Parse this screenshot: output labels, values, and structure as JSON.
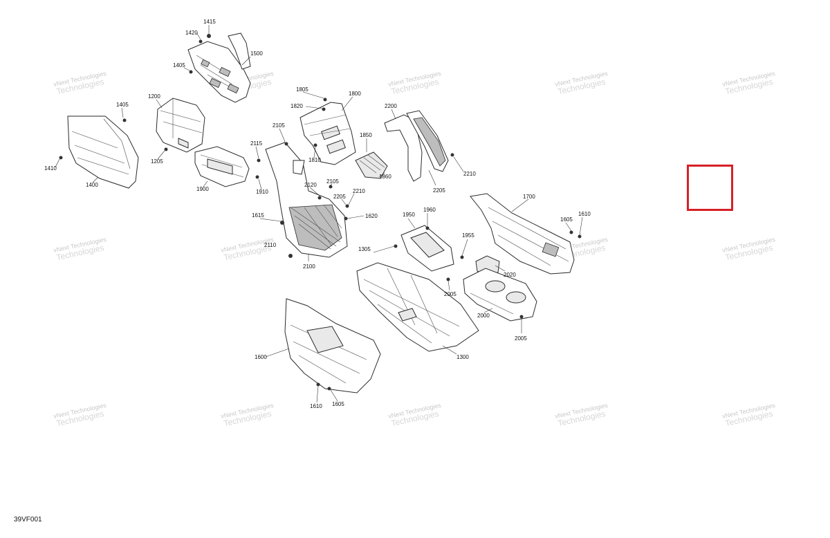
{
  "drawing_code": "39VF001",
  "watermark": {
    "line1": "vNext Technologies",
    "line2": "Technologies"
  },
  "colors": {
    "highlight": "#d81f26",
    "line": "#2a2a2a"
  },
  "callouts": [
    {
      "id": "c1415a",
      "label": "1415"
    },
    {
      "id": "c1420",
      "label": "1420"
    },
    {
      "id": "c1500",
      "label": "1500"
    },
    {
      "id": "c1405a",
      "label": "1405"
    },
    {
      "id": "c1405b",
      "label": "1405"
    },
    {
      "id": "c1200",
      "label": "1200"
    },
    {
      "id": "c1410",
      "label": "1410"
    },
    {
      "id": "c1400",
      "label": "1400"
    },
    {
      "id": "c1205",
      "label": "1205"
    },
    {
      "id": "c1900",
      "label": "1900"
    },
    {
      "id": "c1910",
      "label": "1910"
    },
    {
      "id": "c2105a",
      "label": "2105"
    },
    {
      "id": "c2115",
      "label": "2115"
    },
    {
      "id": "c1805",
      "label": "1805"
    },
    {
      "id": "c1820",
      "label": "1820"
    },
    {
      "id": "c1800",
      "label": "1800"
    },
    {
      "id": "c1810",
      "label": "1810"
    },
    {
      "id": "c1850",
      "label": "1850"
    },
    {
      "id": "c1860",
      "label": "1860"
    },
    {
      "id": "c2200",
      "label": "2200"
    },
    {
      "id": "c2210a",
      "label": "2210"
    },
    {
      "id": "c2205a",
      "label": "2205"
    },
    {
      "id": "c2120",
      "label": "2120"
    },
    {
      "id": "c2105b",
      "label": "2105"
    },
    {
      "id": "c2205b",
      "label": "2205"
    },
    {
      "id": "c2210b",
      "label": "2210"
    },
    {
      "id": "c1620",
      "label": "1620"
    },
    {
      "id": "c1615",
      "label": "1615"
    },
    {
      "id": "c2110",
      "label": "2110"
    },
    {
      "id": "c2100",
      "label": "2100"
    },
    {
      "id": "c1950",
      "label": "1950"
    },
    {
      "id": "c1960",
      "label": "1960"
    },
    {
      "id": "c1955",
      "label": "1955"
    },
    {
      "id": "c1305",
      "label": "1305"
    },
    {
      "id": "c1700",
      "label": "1700"
    },
    {
      "id": "c1605a",
      "label": "1605"
    },
    {
      "id": "c1610a",
      "label": "1610"
    },
    {
      "id": "c2020",
      "label": "2020"
    },
    {
      "id": "c2005a",
      "label": "2005"
    },
    {
      "id": "c2000",
      "label": "2000"
    },
    {
      "id": "c2005b",
      "label": "2005"
    },
    {
      "id": "c1300",
      "label": "1300"
    },
    {
      "id": "c1600",
      "label": "1600"
    },
    {
      "id": "c1610b",
      "label": "1610"
    },
    {
      "id": "c1605b",
      "label": "1605"
    }
  ]
}
